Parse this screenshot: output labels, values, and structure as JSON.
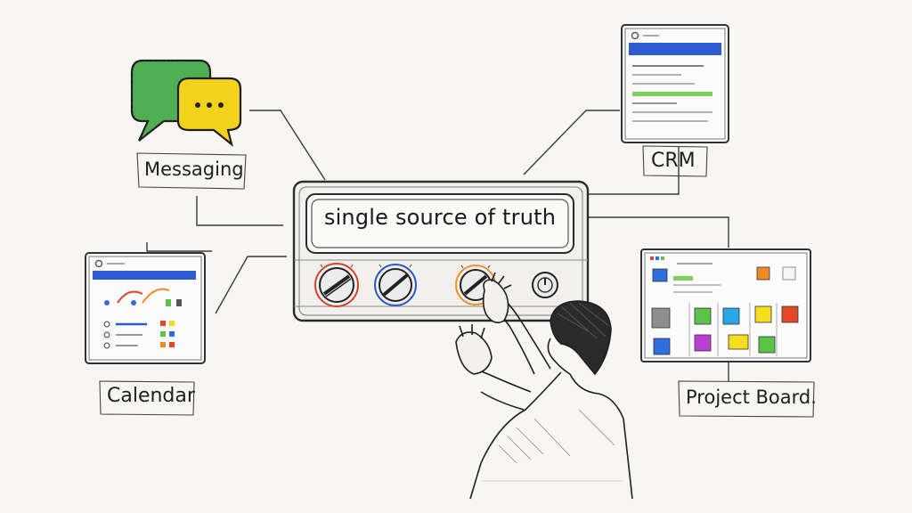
{
  "center_panel": {
    "label": "single source of truth"
  },
  "nodes": {
    "messaging": {
      "label": "Messaging",
      "icon": "chat-bubbles-icon"
    },
    "crm": {
      "label": "CRM",
      "icon": "crm-window-icon"
    },
    "calendar": {
      "label": "Calendar",
      "icon": "calendar-window-icon"
    },
    "project_board": {
      "label": "Project Board.",
      "icon": "kanban-board-icon"
    }
  },
  "colors": {
    "chat_green": "#4caf50",
    "chat_yellow": "#f2d21b",
    "header_blue": "#2f5bd0",
    "accent_green": "#7bd15a",
    "sticky_blue": "#2f6de0",
    "sticky_green": "#5cc24a",
    "sticky_cyan": "#28a8e8",
    "sticky_yellow": "#f6dc1e",
    "sticky_orange": "#f08a24",
    "sticky_purple": "#b93fd1",
    "sticky_red": "#e3462a"
  }
}
